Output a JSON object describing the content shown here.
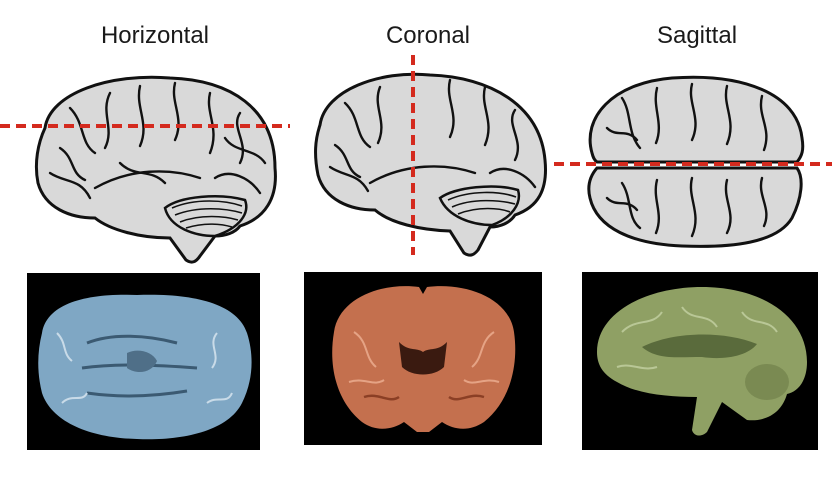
{
  "planes": [
    {
      "label": "Horizontal",
      "cut": "horizontal",
      "slice_color": "#7fa7c4"
    },
    {
      "label": "Coronal",
      "cut": "vertical",
      "slice_color": "#c4704e"
    },
    {
      "label": "Sagittal",
      "cut": "horizontal",
      "slice_color": "#8fa064"
    }
  ],
  "colors": {
    "brain_fill": "#d9d9d9",
    "brain_stroke": "#111111",
    "cut_line": "#d42a1e",
    "slice_background": "#000000"
  }
}
